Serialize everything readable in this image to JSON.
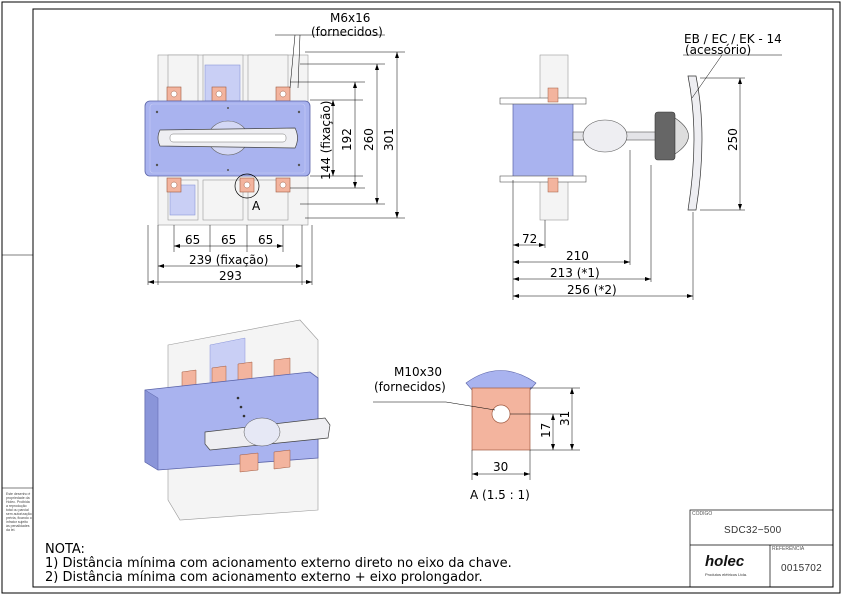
{
  "dimensions": {
    "top_bolt": "M6x16",
    "top_bolt_note": "(fornecidos)",
    "h_144": "144 (fixação)",
    "h_192": "192",
    "h_260": "260",
    "h_301": "301",
    "w_65a": "65",
    "w_65b": "65",
    "w_65c": "65",
    "w_239": "239 (fixação)",
    "w_293": "293",
    "detail_marker": "A",
    "side_accessory": "EB / EC / EK - 14",
    "side_accessory_note": "(acessório)",
    "side_250": "250",
    "side_72": "72",
    "side_210": "210",
    "side_213": "213 (*1)",
    "side_256": "256 (*2)",
    "detail_bolt": "M10x30",
    "detail_bolt_note": "(fornecidos)",
    "detail_31": "31",
    "detail_17": "17",
    "detail_30": "30",
    "detail_caption": "A  (1.5 : 1)"
  },
  "note": {
    "title": "NOTA:",
    "line1": "1) Distância mínima com acionamento externo direto no eixo da chave.",
    "line2": "2) Distância mínima com acionamento externo + eixo prolongador."
  },
  "title_block": {
    "code_label": "CÓDIGO",
    "code_value": "SDC32−500",
    "ref_label": "REFERÊNCIA",
    "ref_value": "0015702",
    "brand": "holec",
    "brand_sub": "Produtos elétricos Ltda."
  },
  "side_text": "Este desenho é propriedade da Holec. Proibida a reprodução total ou parcial sem autorização prévia, ficando o infrator sujeito às penalidades da lei.",
  "colors": {
    "body_blue": "#a9b3ef",
    "body_blue_dark": "#8a95d9",
    "terminal": "#f3b49e",
    "handle": "#e8e8ee"
  }
}
